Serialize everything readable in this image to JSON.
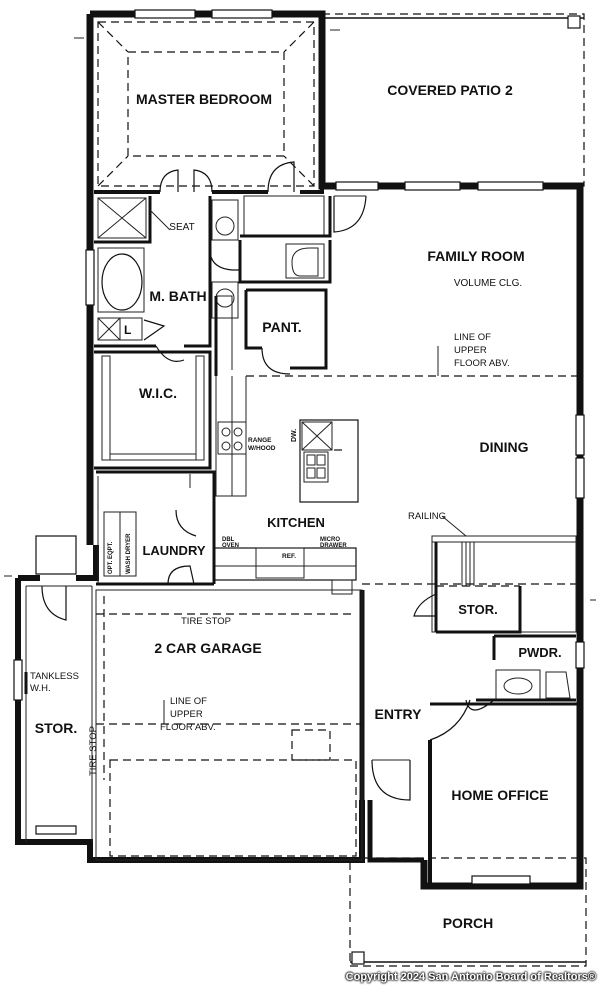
{
  "rooms": {
    "master_bedroom": "MASTER BEDROOM",
    "covered_patio": "COVERED PATIO 2",
    "family_room": "FAMILY ROOM",
    "volume_clg": "VOLUME CLG.",
    "m_bath": "M. BATH",
    "seat": "SEAT",
    "pant": "PANT.",
    "wic": "W.I.C.",
    "dining": "DINING",
    "kitchen": "KITCHEN",
    "laundry": "LAUNDRY",
    "stor_stair": "STOR.",
    "pwdr": "PWDR.",
    "two_car_garage": "2 CAR GARAGE",
    "entry": "ENTRY",
    "home_office": "HOME OFFICE",
    "stor_garage": "STOR.",
    "porch": "PORCH"
  },
  "notes": {
    "upper_floor_family": [
      "LINE OF",
      "UPPER",
      "FLOOR ABV."
    ],
    "upper_floor_garage": [
      "LINE OF",
      "UPPER",
      "FLOOR ABV."
    ],
    "tire_stop_top": "TIRE STOP",
    "tire_stop_side": "TIRE STOP",
    "railing": "RAILING",
    "tankless": [
      "TANKLESS",
      "W.H."
    ],
    "range_hood": [
      "RANGE",
      "W/HOOD"
    ],
    "dw": "DW.",
    "dbl_oven": [
      "DBL",
      "OVEN"
    ],
    "ref": "REF.",
    "micro_drawer": [
      "MICRO",
      "DRAWER"
    ],
    "washer_dryer": [
      "OPT. EQPT.",
      "WASH DRYER"
    ],
    "l_label": "L"
  },
  "copyright": "Copyright 2024 San Antonio Board of Realtors®"
}
